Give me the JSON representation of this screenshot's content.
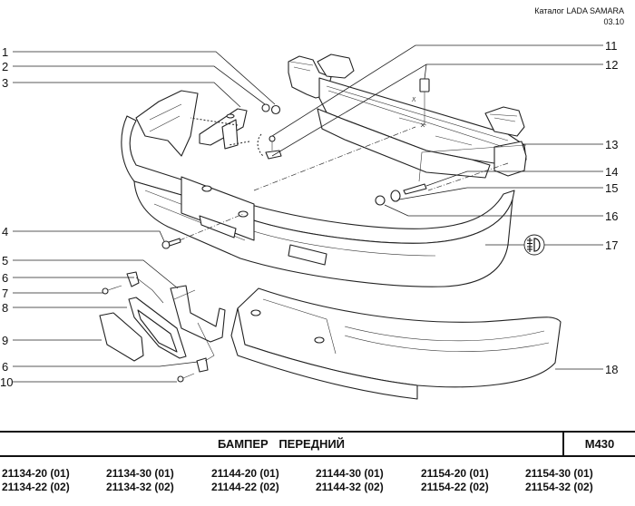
{
  "header": {
    "catalog": "Каталог  LADA SAMARA",
    "date": "03.10"
  },
  "diagram": {
    "callouts": [
      {
        "num": "1"
      },
      {
        "num": "2"
      },
      {
        "num": "3"
      },
      {
        "num": "4"
      },
      {
        "num": "5"
      },
      {
        "num": "6"
      },
      {
        "num": "7"
      },
      {
        "num": "8"
      },
      {
        "num": "9"
      },
      {
        "num": "6"
      },
      {
        "num": "10"
      },
      {
        "num": "11"
      },
      {
        "num": "12"
      },
      {
        "num": "13"
      },
      {
        "num": "14"
      },
      {
        "num": "15"
      },
      {
        "num": "16"
      },
      {
        "num": "17"
      },
      {
        "num": "18"
      }
    ],
    "fog_light_icon": "fog-light-icon"
  },
  "title": {
    "name": "БАМПЕР   ПЕРЕДНИЙ",
    "code": "M430"
  },
  "models": [
    {
      "a": "21134-20 (01)",
      "b": "21134-22 (02)"
    },
    {
      "a": "21134-30 (01)",
      "b": "21134-32 (02)"
    },
    {
      "a": "21144-20 (01)",
      "b": "21144-22 (02)"
    },
    {
      "a": "21144-30 (01)",
      "b": "21144-32 (02)"
    },
    {
      "a": "21154-20 (01)",
      "b": "21154-22 (02)"
    },
    {
      "a": "21154-30 (01)",
      "b": "21154-32 (02)"
    }
  ]
}
